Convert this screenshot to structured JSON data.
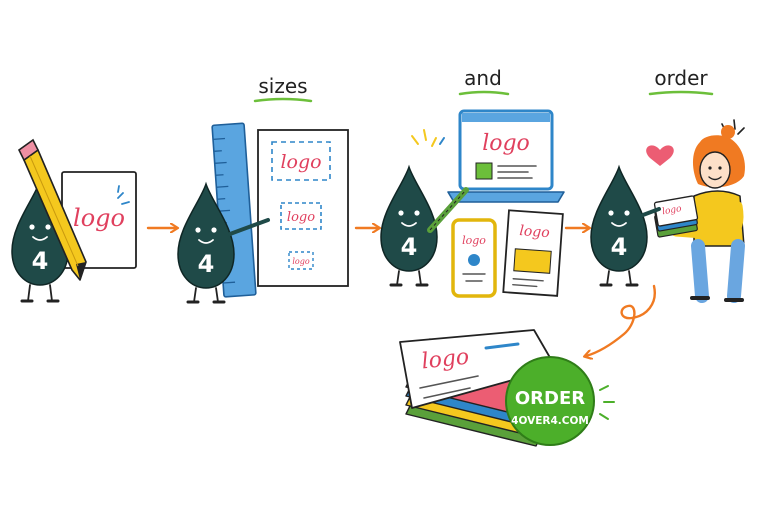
{
  "headings": {
    "sizes": "sizes",
    "and": "and",
    "order": "order"
  },
  "mascot": {
    "number": "4"
  },
  "logo_word": "logo",
  "badge": {
    "line1": "ORDER",
    "line2": "4OVER4.COM"
  },
  "colors": {
    "mascot": "#1f4a48",
    "logo": "#e0405e",
    "arrow": "#f07a22",
    "underline": "#6cbf3a",
    "badge": "#4caf2a",
    "accent_blue": "#2e86c9",
    "accent_yellow": "#f4c81e",
    "heart": "#ec5d73"
  },
  "icons": [
    "pencil-icon",
    "ruler-icon",
    "laptop-icon",
    "phone-icon",
    "heart-icon",
    "business-card-stack-icon"
  ]
}
